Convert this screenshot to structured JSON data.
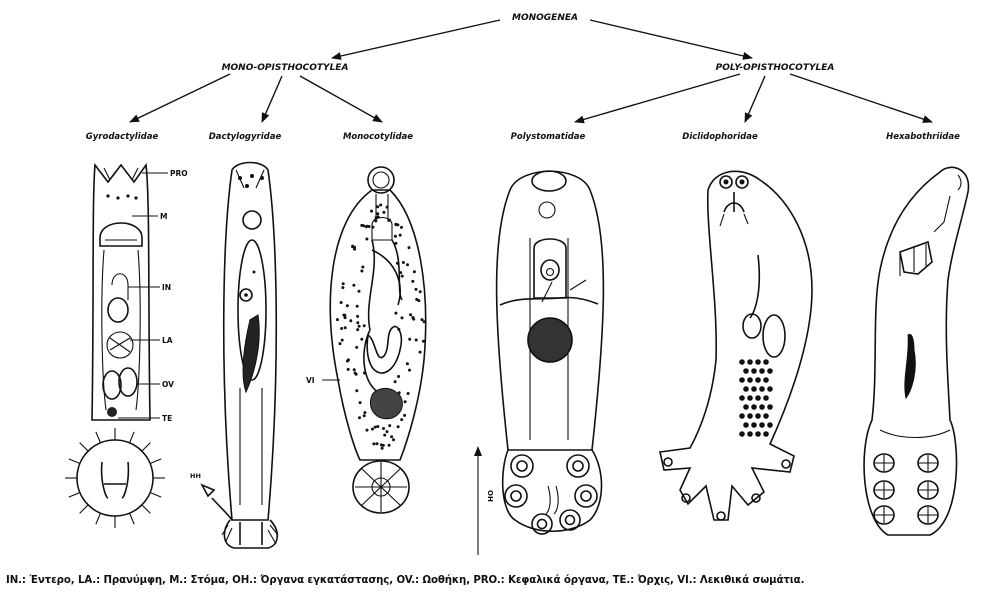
{
  "tree": {
    "root": "MONOGENEA",
    "branches": [
      {
        "name": "MONO-OPISTHOCOTYLEA",
        "families": [
          "Gyrodactylidae",
          "Dactylogyridae",
          "Monocotylidae"
        ]
      },
      {
        "name": "POLY-OPISTHOCOTYLEA",
        "families": [
          "Polystomatidae",
          "Diclidophoridae",
          "Hexabothriidae"
        ]
      }
    ]
  },
  "annotations": {
    "pro": "PRO",
    "m": "M",
    "in": "IN",
    "la": "LA",
    "ov": "OV",
    "te": "TE",
    "vi": "VI",
    "oh": "OH",
    "hh": "HH"
  },
  "caption": "IN.: Έντερο, LA.: Πρανύμφη, M.: Στόμα, OH.: Όργανα εγκατάστασης, OV.: Ωοθήκη, PRO.: Κεφαλικά όργανα, TE.: Όρχις, VI.: Λεκιθικά σωμάτια."
}
